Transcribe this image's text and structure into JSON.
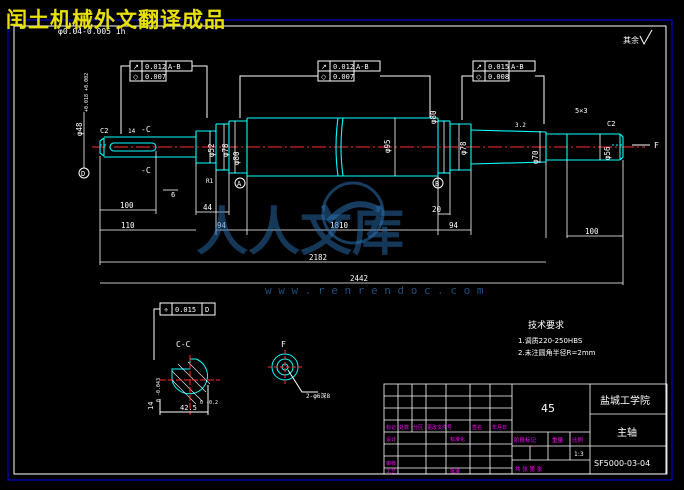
{
  "watermark_title": "闰土机械外文翻译成品",
  "watermark_brand": "人人文库",
  "watermark_url": "w w w . r e n r e n d o c . c o m",
  "top_tolerance_text": "φ0.04-0.005 1h",
  "roughness_rest": "其余",
  "tolerances": {
    "left": {
      "gdt1": "0.012",
      "ref1": "A-B",
      "gdt2": "0.007"
    },
    "mid": {
      "gdt1": "0.012",
      "ref1": "A-B",
      "gdt2": "0.007"
    },
    "right": {
      "gdt1": "0.015",
      "ref1": "A-B",
      "gdt2": "0.008"
    }
  },
  "left_end": {
    "dia": "φ48",
    "dev": "+0.018\n+0.002",
    "chamfer": "C2",
    "section": "-C",
    "datum_d": "D"
  },
  "section_marks": {
    "top": "14",
    "bottom": "-C",
    "six": "6",
    "r": "R1"
  },
  "diameters": {
    "d52": "φ52",
    "d78a": "φ78",
    "d80a": "φ80",
    "d95": "φ95",
    "d80b": "φ80",
    "d78b": "φ78",
    "d70": "φ70",
    "d56": "φ56"
  },
  "datums": {
    "a": "A",
    "b": "B"
  },
  "right_end": {
    "keyway": "5×3",
    "chamfer": "C2",
    "f": "F",
    "angle": "3.2"
  },
  "dims": {
    "d100": "100",
    "d110": "110",
    "d44": "44",
    "d94a": "94",
    "d1810": "1810",
    "d20": "20",
    "d94b": "94",
    "d100r": "100",
    "d2182": "2182",
    "d2442": "2442"
  },
  "tech_req": {
    "title": "技术要求",
    "line1": "1.调质220-250HBS",
    "line2": "2.未注圆角半径R=2mm"
  },
  "section_cc": {
    "label": "C-C",
    "tol_sym": "÷",
    "tol_val": "0.015",
    "tol_ref": "D",
    "dim_depth": "42.5",
    "dim_depth_dev": "0\n-0.2",
    "dim_width": "14",
    "dim_width_dev": "0\n-0.043"
  },
  "section_f": {
    "label": "F",
    "callout": "2-φ6深8"
  },
  "title_block": {
    "qty": "45",
    "school": "盐城工学院",
    "part": "主轴",
    "drawing_no": "SF5000-03-04",
    "scale": "1:3",
    "hdr": [
      "标记",
      "处数",
      "分区",
      "更改文件号",
      "签名",
      "年月日"
    ],
    "r_design": "设计",
    "r_std": "标准化",
    "r_check": "审核",
    "r_craft": "工艺",
    "r_approve": "批准",
    "stage": "阶段标记",
    "weight": "重量",
    "ratio": "比例",
    "sheets": "共 张 第 张"
  },
  "colors": {
    "line": "#ffffff",
    "cyan": "#00ffff",
    "green": "#00ff00",
    "magenta": "#ff00ff",
    "red": "#ff3030",
    "yellow": "#e8e000"
  }
}
